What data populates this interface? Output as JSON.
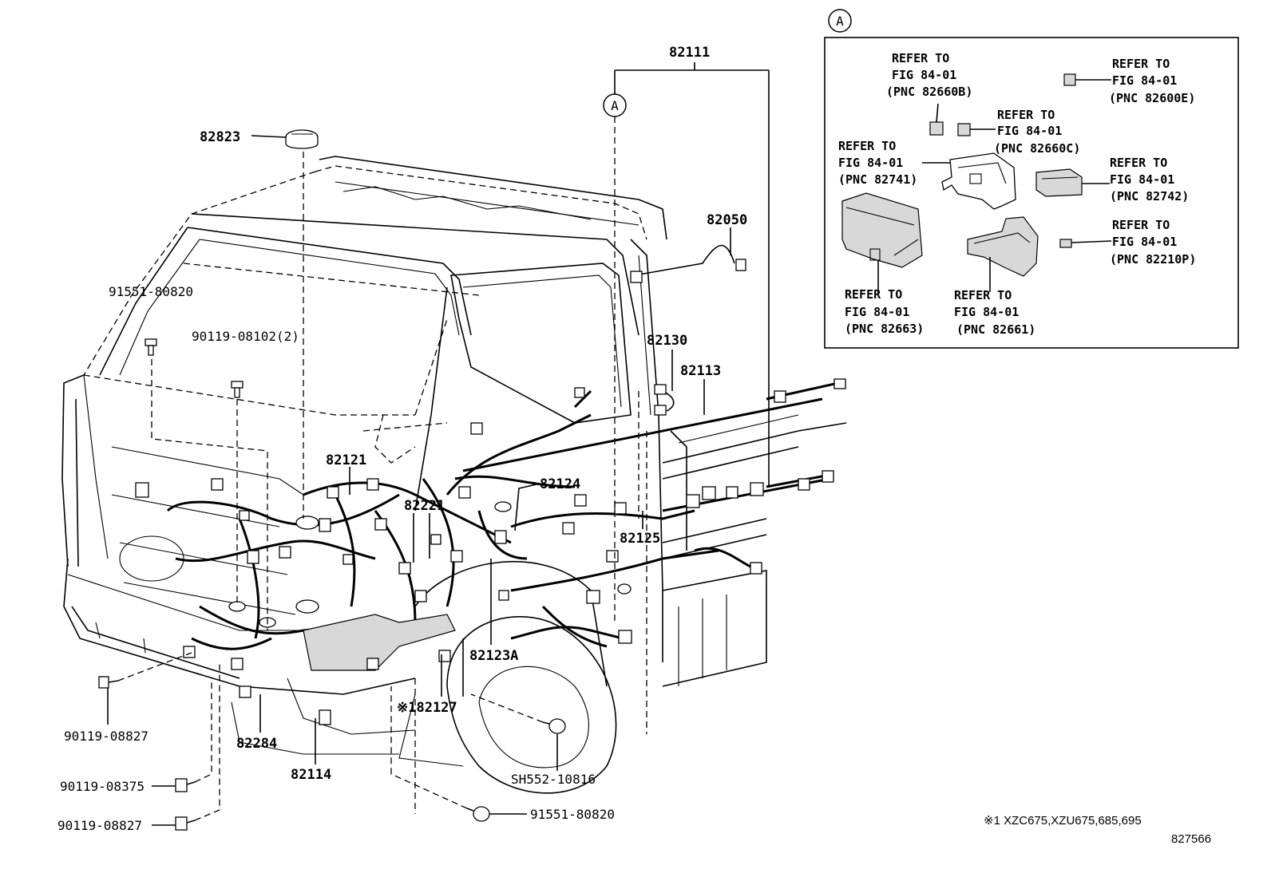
{
  "callouts": {
    "c82111": "82111",
    "c82823": "82823",
    "c82050": "82050",
    "c91551a": "91551-80820",
    "c90119_08102": "90119-08102(2)",
    "c82130": "82130",
    "c82113": "82113",
    "c82121": "82121",
    "c82124": "82124",
    "c82221": "82221",
    "c82125": "82125",
    "c82123a": "82123A",
    "c82127": "※182127",
    "c90119_08827a": "90119-08827",
    "c82284": "82284",
    "c82114": "82114",
    "c90119_08375": "90119-08375",
    "cSH552": "SH552-10816",
    "c90119_08827b": "90119-08827",
    "c91551b": "91551-80820"
  },
  "markers": {
    "main_a": "A",
    "inset_a": "A"
  },
  "inset": {
    "refs": [
      {
        "l1": "REFER TO",
        "l2": "FIG 84-01",
        "l3": "(PNC 82660B)"
      },
      {
        "l1": "REFER TO",
        "l2": "FIG 84-01",
        "l3": "(PNC 82600E)"
      },
      {
        "l1": "REFER TO",
        "l2": "FIG 84-01",
        "l3": "(PNC 82660C)"
      },
      {
        "l1": "REFER TO",
        "l2": "FIG 84-01",
        "l3": "(PNC 82741)"
      },
      {
        "l1": "REFER TO",
        "l2": "FIG 84-01",
        "l3": "(PNC 82742)"
      },
      {
        "l1": "REFER TO",
        "l2": "FIG 84-01",
        "l3": "(PNC 82210P)"
      },
      {
        "l1": "REFER TO",
        "l2": "FIG 84-01",
        "l3": "(PNC 82663)"
      },
      {
        "l1": "REFER TO",
        "l2": "FIG 84-01",
        "l3": "(PNC 82661)"
      }
    ]
  },
  "footnote": "※1 XZC675,XZU675,685,695",
  "figure_id": "827566"
}
